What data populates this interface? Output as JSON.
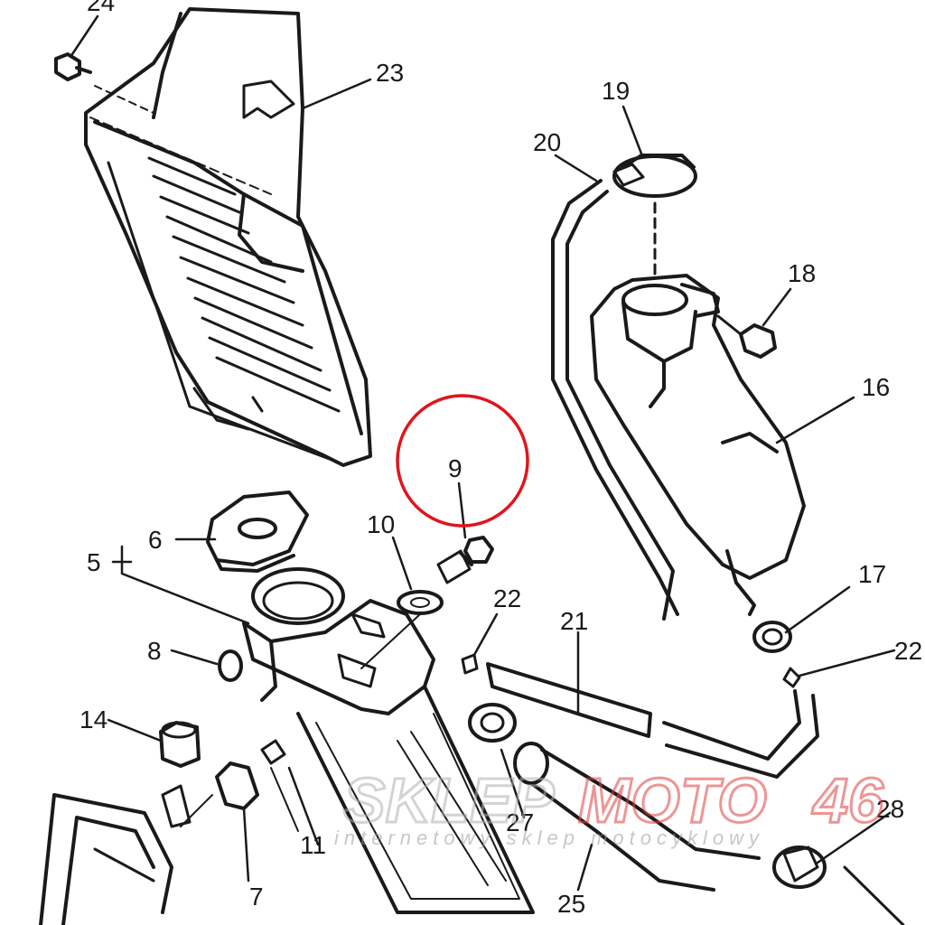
{
  "colors": {
    "line": "#1a1a1a",
    "highlight_circle": "#e0151c",
    "watermark_gray": "#c8c8c8",
    "watermark_red": "#e04040"
  },
  "highlight": {
    "label": "9"
  },
  "callouts": [
    {
      "id": "c24",
      "text": "24"
    },
    {
      "id": "c23",
      "text": "23"
    },
    {
      "id": "c19",
      "text": "19"
    },
    {
      "id": "c20",
      "text": "20"
    },
    {
      "id": "c18",
      "text": "18"
    },
    {
      "id": "c16",
      "text": "16"
    },
    {
      "id": "c9",
      "text": "9"
    },
    {
      "id": "c10",
      "text": "10"
    },
    {
      "id": "c6",
      "text": "6"
    },
    {
      "id": "c5",
      "text": "5"
    },
    {
      "id": "c22a",
      "text": "22"
    },
    {
      "id": "c21",
      "text": "21"
    },
    {
      "id": "c17",
      "text": "17"
    },
    {
      "id": "c22b",
      "text": "22"
    },
    {
      "id": "c8",
      "text": "8"
    },
    {
      "id": "c14",
      "text": "14"
    },
    {
      "id": "c11",
      "text": "11"
    },
    {
      "id": "c7",
      "text": "7"
    },
    {
      "id": "c27",
      "text": "27"
    },
    {
      "id": "c25",
      "text": "25"
    },
    {
      "id": "c28",
      "text": "28"
    }
  ],
  "watermark": {
    "brand_part1": "SKLEP",
    "brand_part2": "MOTO",
    "brand_part3": "46",
    "tagline": "internetowy sklep motocyklowy"
  }
}
